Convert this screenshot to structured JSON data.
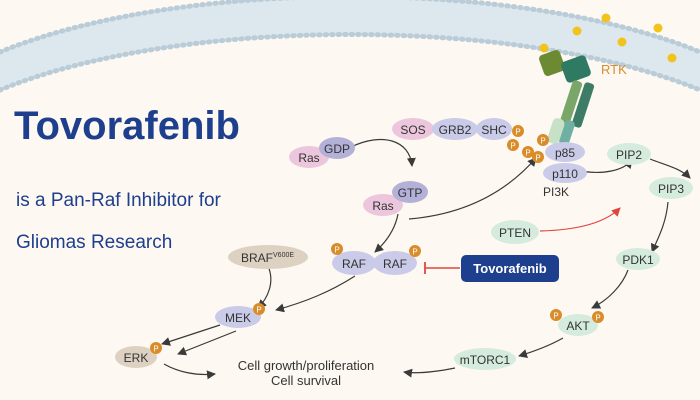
{
  "title": "Tovorafenib",
  "subtitle_line1": "is a Pan-Raf Inhibitor for",
  "subtitle_line2": "Gliomas Research",
  "receptor": {
    "label": "RTK"
  },
  "nodes": {
    "sos": "SOS",
    "grb2": "GRB2",
    "shc": "SHC",
    "ras_gdp": "Ras",
    "gdp": "GDP",
    "ras_gtp": "Ras",
    "gtp": "GTP",
    "p85": "p85",
    "p110": "p110",
    "pi3k": "PI3K",
    "pip2": "PIP2",
    "pip3": "PIP3",
    "pten": "PTEN",
    "raf1": "RAF",
    "raf2": "RAF",
    "tovorafenib": "Tovorafenib",
    "braf": "BRAF",
    "braf_sup": "V600E",
    "mek": "MEK",
    "erk": "ERK",
    "pdk1": "PDK1",
    "akt": "AKT",
    "mtorc1": "mTORC1"
  },
  "phospho_label": "P",
  "outcome_line1": "Cell growth/proliferation",
  "outcome_line2": "Cell survival",
  "colors": {
    "title": "#1e3f8e",
    "membrane_band": "#dde8ee",
    "membrane_dot": "#b9ccd8",
    "pink_node": "#ecc6dc",
    "lavender_node": "#c9cbe8",
    "purple_node": "#b4b1d8",
    "green_node": "#d5ebdd",
    "brown_node": "#ddd1c2",
    "drug_box": "#1e3f8e",
    "phospho": "#d98c2a",
    "gold_dot": "#f2c31c",
    "inhibit_red": "#e0463f",
    "arrow": "#3a3a3a"
  }
}
